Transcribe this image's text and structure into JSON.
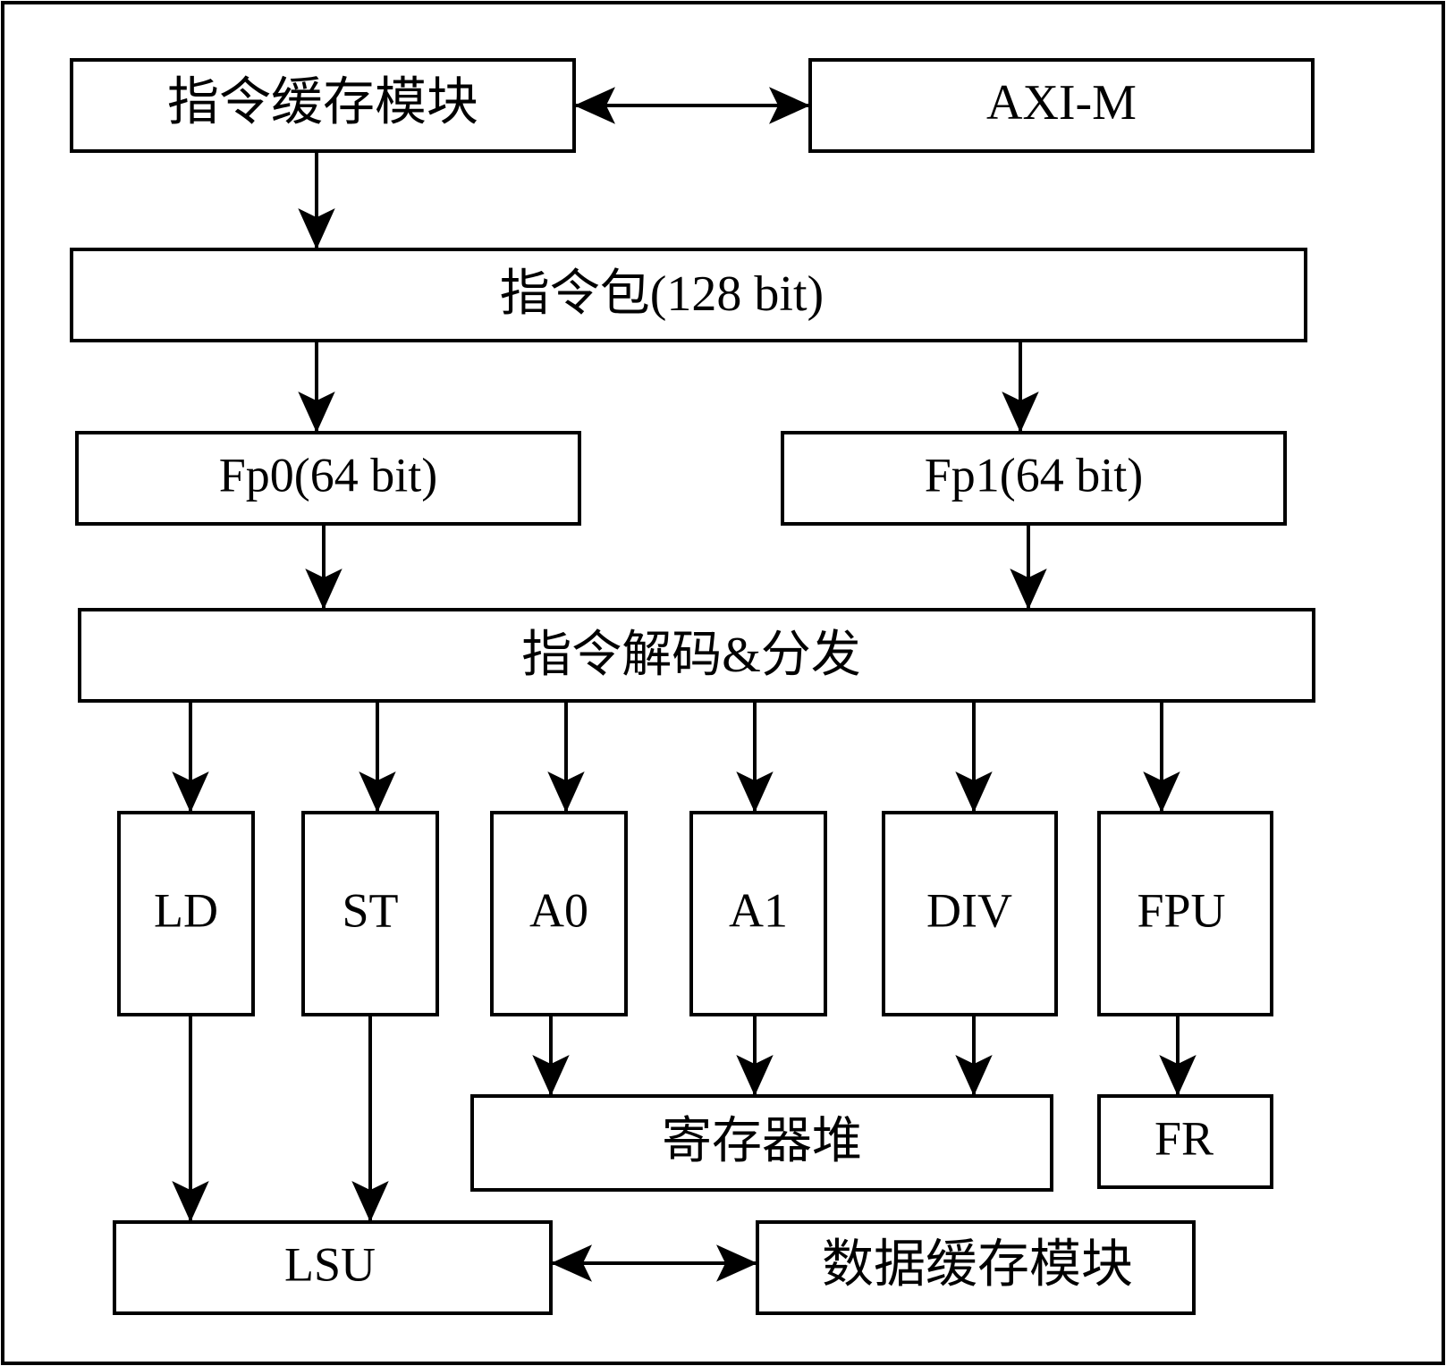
{
  "diagram": {
    "blocks": {
      "icache": "指令缓存模块",
      "axi": "AXI-M",
      "packet": "指令包(128 bit)",
      "fp0": "Fp0(64 bit)",
      "fp1": "Fp1(64 bit)",
      "decode": "指令解码&分发",
      "ld": "LD",
      "st": "ST",
      "a0": "A0",
      "a1": "A1",
      "div": "DIV",
      "fpu": "FPU",
      "regfile": "寄存器堆",
      "fr": "FR",
      "lsu": "LSU",
      "dcache": "数据缓存模块"
    }
  }
}
